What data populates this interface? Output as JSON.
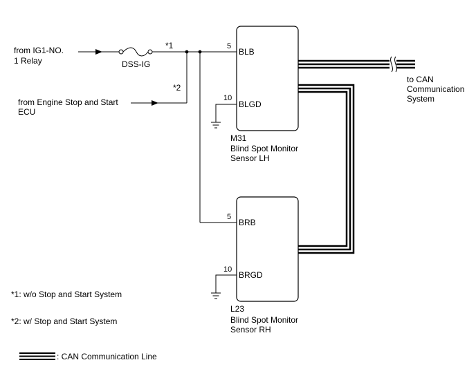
{
  "sources": {
    "ig1_line1": "from IG1-NO.",
    "ig1_line2": "1 Relay",
    "eco_line1": "from Engine Stop and Start",
    "eco_line2": "ECU"
  },
  "fuse": {
    "label": "DSS-IG"
  },
  "markers": {
    "m1": "*1",
    "m2": "*2"
  },
  "sensor_lh": {
    "code": "M31",
    "name_line1": "Blind Spot Monitor",
    "name_line2": "Sensor LH",
    "pin_power_num": "5",
    "pin_power_name": "BLB",
    "pin_ground_num": "10",
    "pin_ground_name": "BLGD"
  },
  "sensor_rh": {
    "code": "L23",
    "name_line1": "Blind Spot Monitor",
    "name_line2": "Sensor RH",
    "pin_power_num": "5",
    "pin_power_name": "BRB",
    "pin_ground_num": "10",
    "pin_ground_name": "BRGD"
  },
  "can_target": {
    "line1": "to CAN",
    "line2": "Communication",
    "line3": "System"
  },
  "notes": {
    "n1": "*1: w/o Stop and Start System",
    "n2": "*2: w/ Stop and Start System"
  },
  "legend": {
    "can_line": ": CAN Communication Line"
  }
}
